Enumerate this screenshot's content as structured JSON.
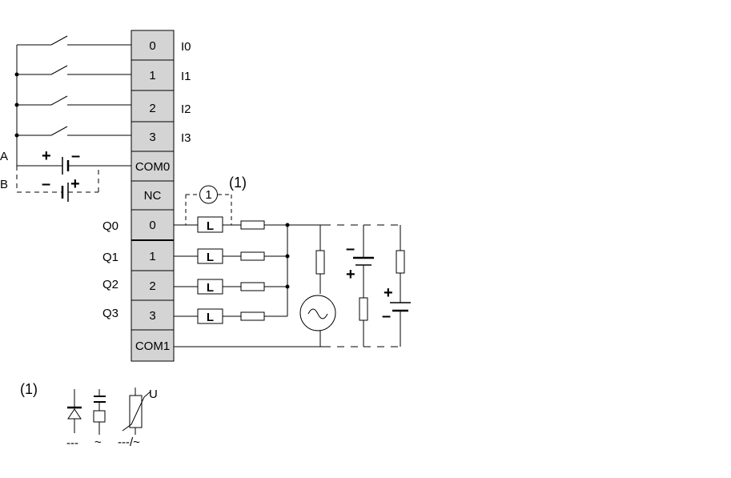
{
  "diagram": {
    "terminals": [
      {
        "id": "t0",
        "text": "0"
      },
      {
        "id": "t1",
        "text": "1"
      },
      {
        "id": "t2",
        "text": "2"
      },
      {
        "id": "t3",
        "text": "3"
      },
      {
        "id": "tcom0",
        "text": "COM0"
      },
      {
        "id": "tnc",
        "text": "NC"
      },
      {
        "id": "tq0",
        "text": "0"
      },
      {
        "id": "tq1",
        "text": "1"
      },
      {
        "id": "tq2",
        "text": "2"
      },
      {
        "id": "tq3",
        "text": "3"
      },
      {
        "id": "tcom1",
        "text": "COM1"
      }
    ],
    "input_labels": [
      "I0",
      "I1",
      "I2",
      "I3"
    ],
    "output_labels": [
      "Q0",
      "Q1",
      "Q2",
      "Q3"
    ],
    "supply_labels": {
      "a": "A",
      "b": "B"
    },
    "coil_label": "L",
    "protection_ref": "1",
    "note_ref": "(1)",
    "legend": {
      "varistor_label": "U",
      "dc_symbol": "---",
      "ac_symbol": "~",
      "dc_ac_symbol": "---/~"
    }
  }
}
